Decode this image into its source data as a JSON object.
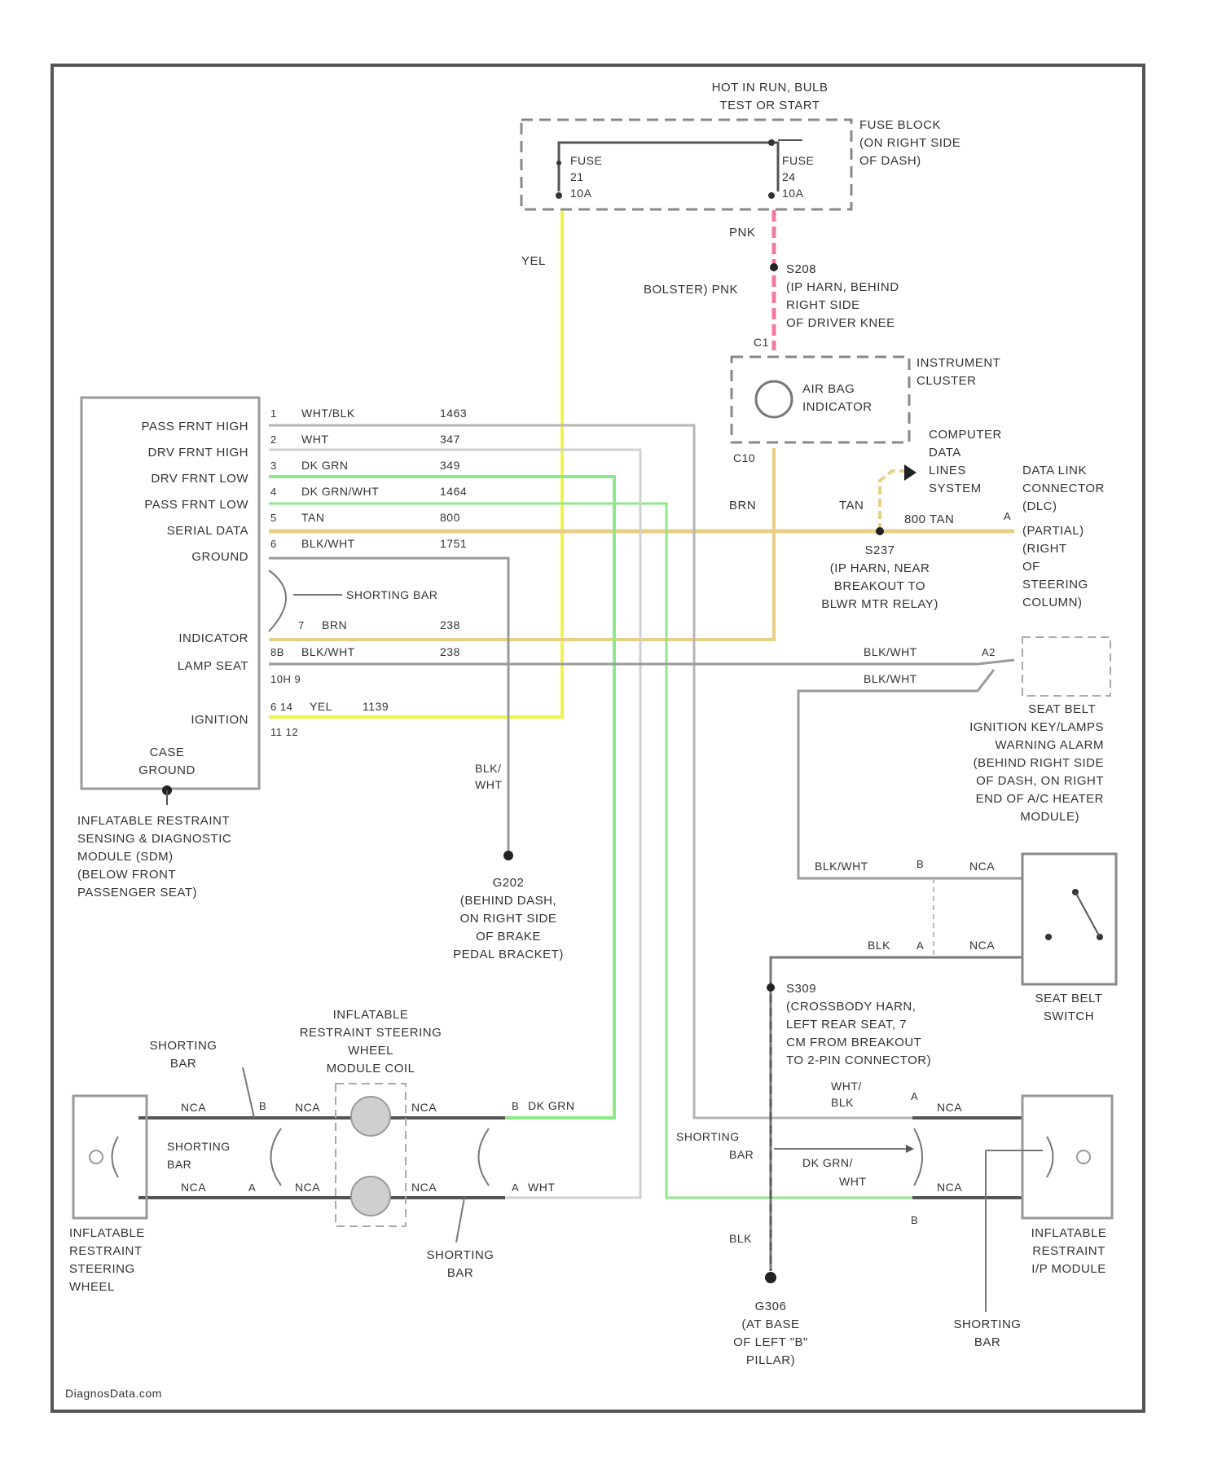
{
  "colors": {
    "yellow": "#f2f24a",
    "pink": "#f07aa0",
    "tan": "#e8cf86",
    "green": "#8ee88a",
    "gray": "#9a9a9a",
    "border": "#555555"
  },
  "fuses": {
    "header_line1": "HOT IN RUN, BULB",
    "header_line2": "TEST OR START",
    "block_label": [
      "FUSE BLOCK",
      "(ON RIGHT SIDE",
      "OF DASH)"
    ],
    "fuse_left": [
      "FUSE",
      "21",
      "10A"
    ],
    "fuse_right": [
      "FUSE",
      "24",
      "10A"
    ]
  },
  "wires": {
    "yel": "YEL",
    "pnk": "PNK",
    "bolster_pnk": "BOLSTER) PNK",
    "brn": "BRN",
    "tan": "TAN",
    "circuit_tan": "800  TAN",
    "blk_wht_a": "BLK/WHT",
    "blk_wht_b": "BLK/WHT",
    "blk_wht_c": "BLK/WHT",
    "blk_wht_d": "BLK\nWHT",
    "blk": "BLK",
    "blk_ground": "BLK",
    "nca": "NCA",
    "wht_blk": "WHT/\nBLK",
    "dk_grn_wht": "DK GRN/\nWHT",
    "dk_grn": "DK GRN",
    "wht": "WHT"
  },
  "splices": {
    "s208": [
      "S208",
      "(IP HARN, BEHIND",
      "RIGHT SIDE",
      "OF DRIVER KNEE"
    ],
    "s237": [
      "S237",
      "(IP HARN, NEAR",
      "BREAKOUT TO",
      "BLWR MTR RELAY)"
    ],
    "g202": [
      "G202",
      "(BEHIND DASH,",
      "ON RIGHT SIDE",
      "OF BRAKE",
      "PEDAL BRACKET)"
    ],
    "s309": [
      "S309",
      "(CROSSBODY HARN,",
      "LEFT REAR SEAT, 7",
      "CM FROM BREAKOUT",
      "TO 2-PIN CONNECTOR)"
    ],
    "g306": [
      "G306",
      "(AT BASE",
      "OF LEFT \"B\"",
      "PILLAR)"
    ]
  },
  "cluster": {
    "label": [
      "INSTRUMENT",
      "CLUSTER"
    ],
    "indicator": [
      "AIR BAG",
      "INDICATOR"
    ],
    "c1": "C1",
    "c10": "C10"
  },
  "computer_data": [
    "COMPUTER",
    "DATA",
    "LINES",
    "SYSTEM"
  ],
  "dlc": [
    "DATA LINK",
    "CONNECTOR",
    "(DLC)",
    "(PARTIAL)",
    "(RIGHT",
    "OF",
    "STEERING",
    "COLUMN)"
  ],
  "sdm": {
    "rows": [
      {
        "label": "PASS FRNT HIGH",
        "pin": "1",
        "color": "WHT/BLK",
        "circuit": "1463"
      },
      {
        "label": "DRV FRNT HIGH",
        "pin": "2",
        "color": "WHT",
        "circuit": "347"
      },
      {
        "label": "DRV FRNT LOW",
        "pin": "3",
        "color": "DK GRN",
        "circuit": "349"
      },
      {
        "label": "PASS FRNT LOW",
        "pin": "4",
        "color": "DK GRN/WHT",
        "circuit": "1464"
      },
      {
        "label": "SERIAL DATA",
        "pin": "5",
        "color": "TAN",
        "circuit": "800"
      },
      {
        "label": "GROUND",
        "pin": "6",
        "color": "BLK/WHT",
        "circuit": "1751"
      }
    ],
    "shorting_bar": "SHORTING BAR",
    "indicator_label": "INDICATOR",
    "indicator_pin": "7",
    "indicator_color": "BRN",
    "indicator_circuit": "238",
    "lamp_seat": "LAMP SEAT",
    "lamp_pin": "8B",
    "lamp_color": "BLK/WHT",
    "lamp_circuit": "238",
    "pins_10": "10H 9",
    "ignition_label": "IGNITION",
    "ign_pin": "6 14",
    "ign_color": "YEL",
    "ign_circuit": "1139",
    "pins_11": "11 12",
    "case_ground": [
      "CASE",
      "GROUND"
    ],
    "module_label": [
      "INFLATABLE RESTRAINT",
      "SENSING & DIAGNOSTIC",
      "MODULE (SDM)",
      "(BELOW FRONT",
      "PASSENGER SEAT)"
    ]
  },
  "seat_belt": {
    "chime": [
      "SEAT BELT",
      "IGNITION KEY/LAMPS",
      "WARNING ALARM",
      "(BEHIND RIGHT SIDE",
      "OF DASH, ON RIGHT",
      "END OF A/C HEATER",
      "MODULE)"
    ],
    "switch": [
      "SEAT BELT",
      "SWITCH"
    ],
    "pin_a2": "A2",
    "pin_b": "B",
    "pin_a": "A"
  },
  "steering": {
    "coil": [
      "INFLATABLE",
      "RESTRAINT STEERING",
      "WHEEL",
      "MODULE COIL"
    ],
    "wheel": [
      "INFLATABLE",
      "RESTRAINT",
      "STEERING",
      "WHEEL"
    ],
    "shorting_bar_top": [
      "SHORTING",
      "BAR"
    ],
    "shorting_bar_mid": [
      "SHORTING",
      "BAR"
    ],
    "shorting_bar_bot": [
      "SHORTING",
      "BAR"
    ],
    "pin_b": "B",
    "pin_a": "A"
  },
  "passenger": {
    "module": [
      "INFLATABLE",
      "RESTRAINT",
      "I/P MODULE"
    ],
    "shorting_bar_a": [
      "SHORTING",
      "BAR"
    ],
    "shorting_bar_b": [
      "SHORTING",
      "BAR"
    ],
    "pin_a": "A",
    "pin_b": "B"
  },
  "watermark": "DiagnosData.com"
}
